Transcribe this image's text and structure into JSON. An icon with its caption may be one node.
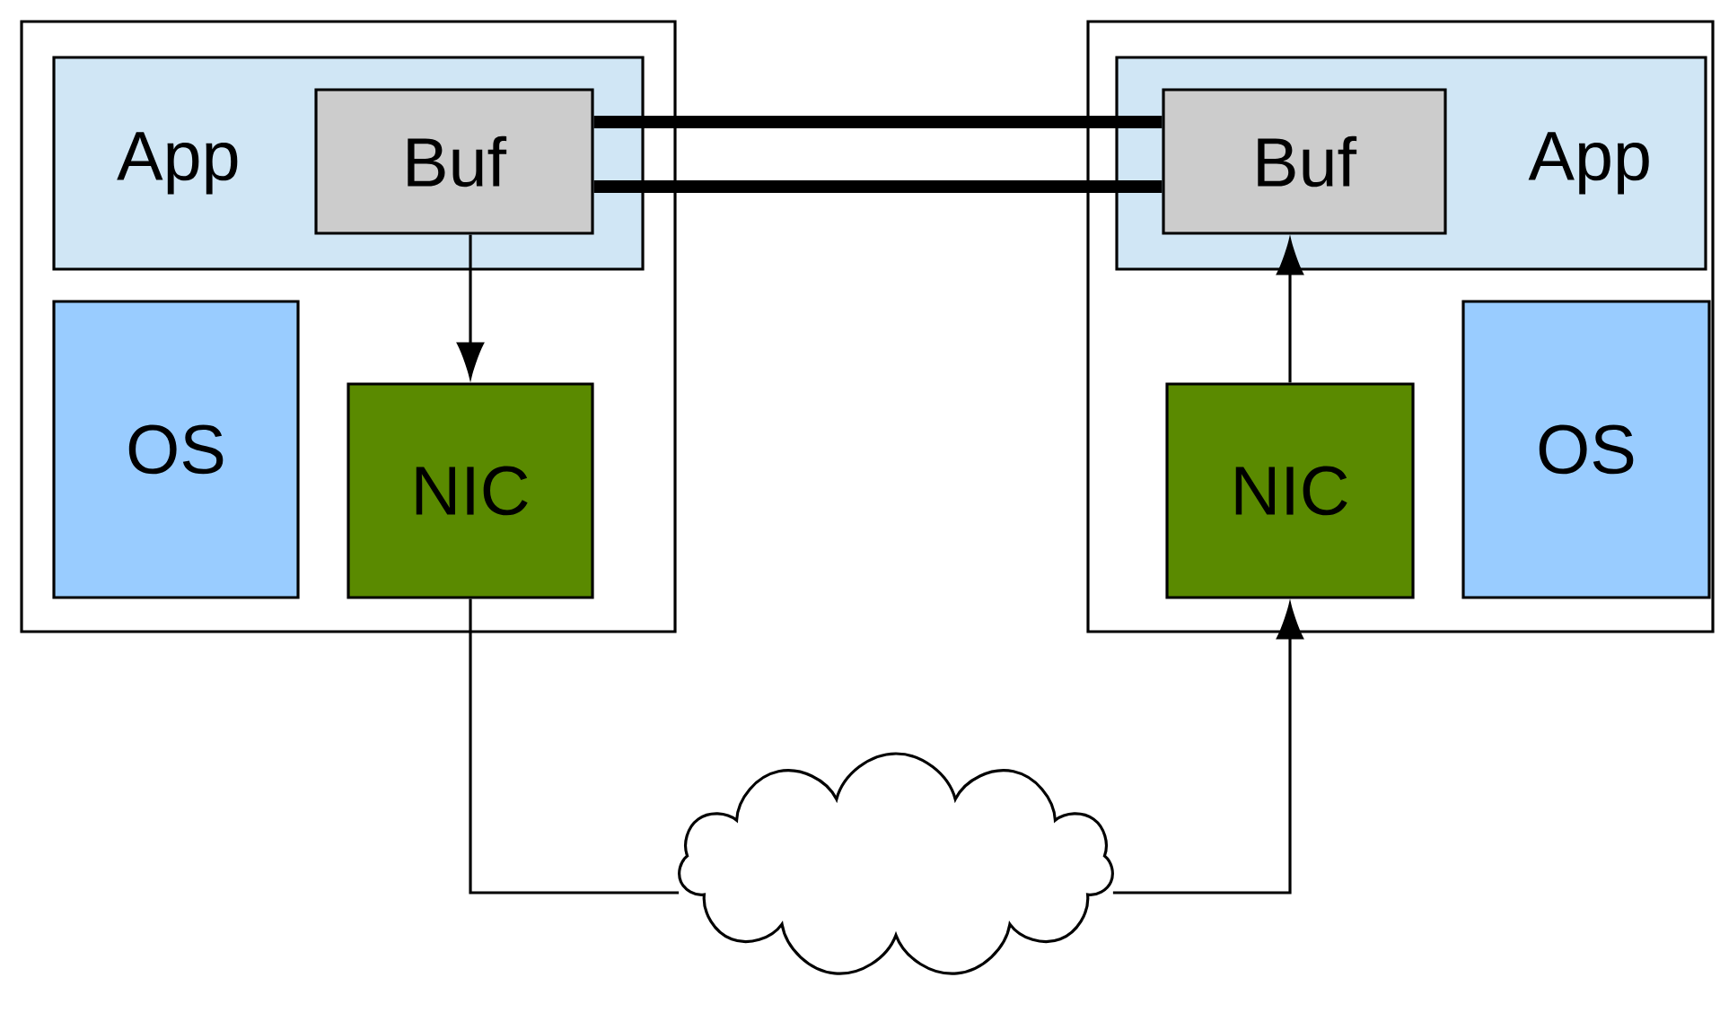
{
  "diagram": {
    "nodes": [
      {
        "text": [],
        "shape": "box"
      },
      {
        "text": [
          "App"
        ],
        "in": 0
      },
      {
        "text": [
          "Buf"
        ],
        "in": 1
      },
      {
        "text": [
          "OS"
        ],
        "in": 0
      },
      {
        "text": [
          "NIC"
        ],
        "in": 0
      },
      {
        "text": [],
        "shape": "box"
      },
      {
        "text": [
          "App"
        ],
        "in": 5
      },
      {
        "text": [
          "Buf"
        ],
        "in": 6
      },
      {
        "text": [
          "NIC"
        ],
        "in": 5
      },
      {
        "text": [
          "OS"
        ],
        "in": 5
      },
      {
        "text": [],
        "shape": "cloud"
      }
    ],
    "edges": [
      {
        "from": 2,
        "to": 4,
        "arrow": "to"
      },
      {
        "from": 2,
        "to": 7,
        "arrow": "none",
        "style": "thick"
      },
      {
        "from": 2,
        "to": 7,
        "arrow": "none",
        "style": "thick"
      },
      {
        "from": 4,
        "to": 10,
        "arrow": "none"
      },
      {
        "from": 10,
        "to": 8,
        "arrow": "to"
      },
      {
        "from": 8,
        "to": 7,
        "arrow": "to"
      }
    ]
  }
}
